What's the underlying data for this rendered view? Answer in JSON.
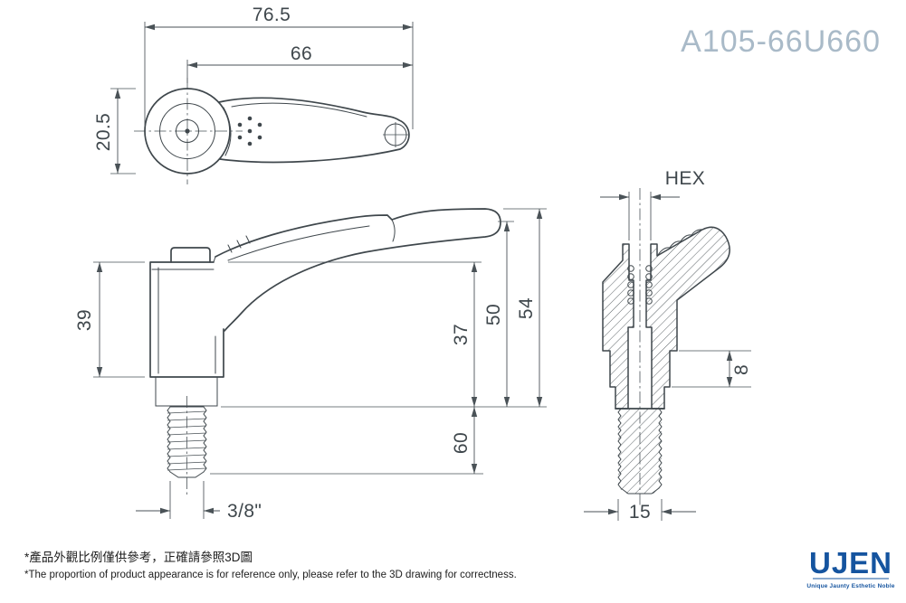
{
  "title": "A105-66U660",
  "dims": {
    "top_overall": "76.5",
    "top_inner": "66",
    "top_height": "20.5",
    "front_body_height": "39",
    "front_height_37": "37",
    "front_height_50": "50",
    "front_height_54": "54",
    "front_thread_length": "60",
    "front_thread_spec": "3/8\"",
    "section_hex_label": "HEX",
    "section_step_height": "8",
    "section_width": "15"
  },
  "notes": {
    "zh": "*產品外觀比例僅供參考，正確請參照3D圖",
    "en": "*The proportion of product appearance is for reference only, please refer to the 3D drawing for correctness."
  },
  "logo": {
    "name": "UJEN",
    "tagline": "Unique Jaunty Esthetic Noble"
  },
  "colors": {
    "line": "#3f474c",
    "dim_line": "#4a5257",
    "title_text": "#a9bac8",
    "note_text": "#1d1d1d",
    "logo_blue": "#15549f",
    "background": "#ffffff"
  }
}
